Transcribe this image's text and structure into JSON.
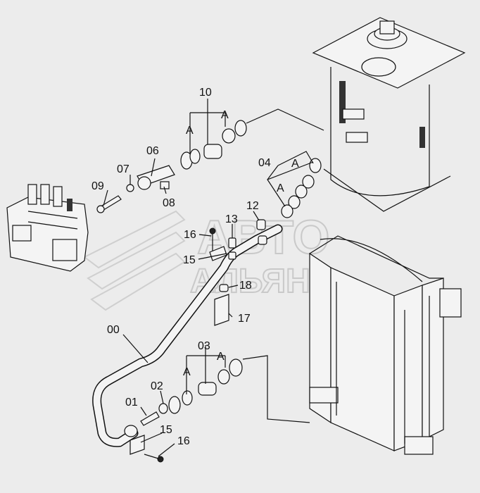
{
  "watermark": {
    "line1": "АВТО",
    "line2": "АЛЬЯНС"
  },
  "labels": {
    "l00": "00",
    "l01": "01",
    "l02": "02",
    "l03": "03",
    "l04": "04",
    "l06": "06",
    "l07": "07",
    "l08": "08",
    "l09": "09",
    "l10": "10",
    "l12": "12",
    "l13": "13",
    "l15a": "15",
    "l15b": "15",
    "l16a": "16",
    "l16b": "16",
    "l17": "17",
    "l18": "18",
    "a1": "A",
    "a2": "A",
    "a3": "A",
    "a4": "A",
    "a5": "A",
    "a6": "A"
  }
}
